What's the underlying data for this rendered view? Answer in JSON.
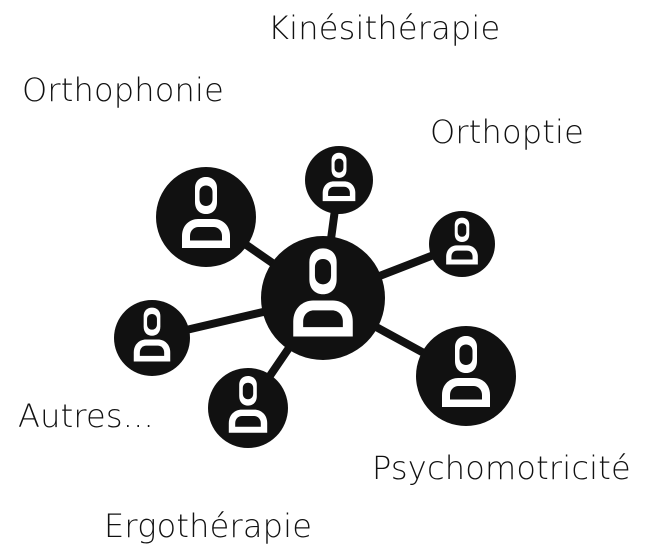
{
  "diagram": {
    "labels": {
      "kinesitherapie": "Kinésithérapie",
      "orthophonie": "Orthophonie",
      "orthoptie": "Orthoptie",
      "autres": "Autres...",
      "psychomotricite": "Psychomotricité",
      "ergotherapie": "Ergothérapie"
    },
    "colors": {
      "node_fill": "#111111",
      "person_fill": "#ffffff",
      "edge": "#111111",
      "text": "#111111",
      "background": "#ffffff"
    },
    "icon": "person-icon"
  }
}
